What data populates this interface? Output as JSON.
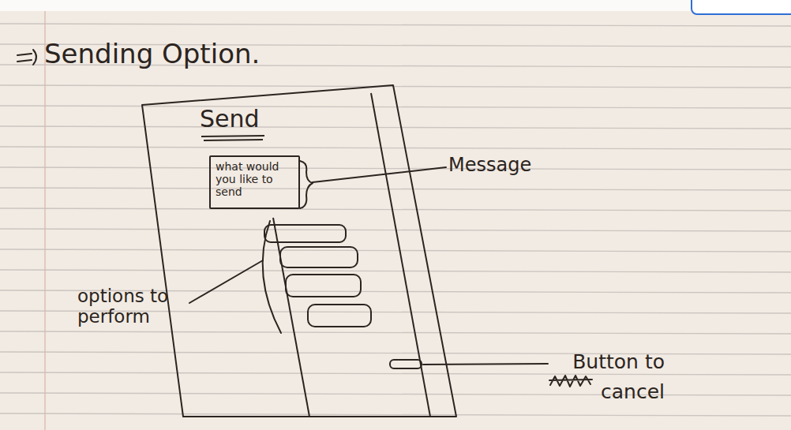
{
  "diagram": {
    "title": "Sending Option.",
    "nodes": [
      {
        "text": [
          "Send"
        ]
      },
      {
        "text": [
          "what would you like to send"
        ],
        "in": 0
      }
    ],
    "labels": [
      "Message",
      "options to perform",
      "Button to cancel"
    ]
  }
}
